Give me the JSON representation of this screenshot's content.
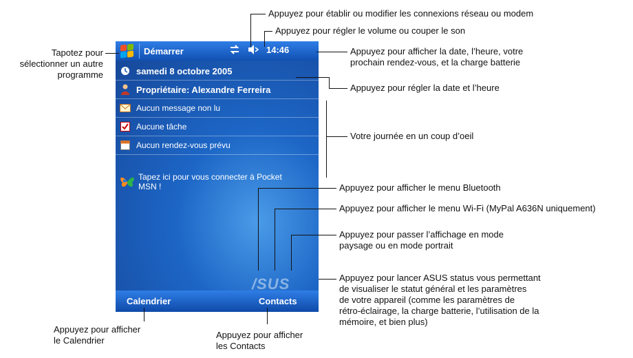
{
  "device": {
    "titlebar": {
      "start_label": "Démarrer",
      "time": "14:46"
    },
    "today": {
      "date": "samedi 8 octobre 2005",
      "owner": "Propriétaire: Alexandre Ferreira",
      "messages": "Aucun message non lu",
      "tasks": "Aucune tâche",
      "appointments": "Aucun rendez-vous prévu",
      "msn_line1": "Tapez ici pour vous connecter à Pocket",
      "msn_line2": "MSN !"
    },
    "brand": "/SUS",
    "softkeys": {
      "left": "Calendrier",
      "right": "Contacts"
    },
    "colors": {
      "title_blue": "#1f63d0",
      "today_blue": "#1d66c6",
      "accent_red": "#e02020"
    }
  },
  "callouts": {
    "network": "Appuyez pour établir ou modifier les connexions  réseau ou modem",
    "volume": "Appuyez pour régler le volume ou couper le son",
    "start": [
      "Tapotez pour",
      "sélectionner un autre",
      "programme"
    ],
    "clock": [
      "Appuyez pour afficher la date, l’heure, votre",
      "prochain rendez-vous, et la charge batterie"
    ],
    "datetime": "Appuyez pour régler la date et l’heure",
    "glance": "Votre journée en un coup d’oeil",
    "bluetooth": "Appuyez pour afficher le menu Bluetooth",
    "wifi": "Appuyez pour afficher le menu Wi-Fi (MyPal A636N uniquement)",
    "rotate": [
      "Appuyez pour passer l’affichage en mode",
      "paysage ou en mode portrait"
    ],
    "asus_status": [
      "Appuyez pour lancer ASUS status vous permettant",
      "de visualiser le statut général et les paramètres",
      "de votre appareil (comme les paramètres de",
      "rétro-éclairage, la charge batterie, l’utilisation de la",
      "mémoire, et bien plus)"
    ],
    "calendar": [
      "Appuyez pour afficher",
      "le Calendrier"
    ],
    "contacts": [
      "Appuyez pour afficher",
      "les Contacts"
    ]
  }
}
